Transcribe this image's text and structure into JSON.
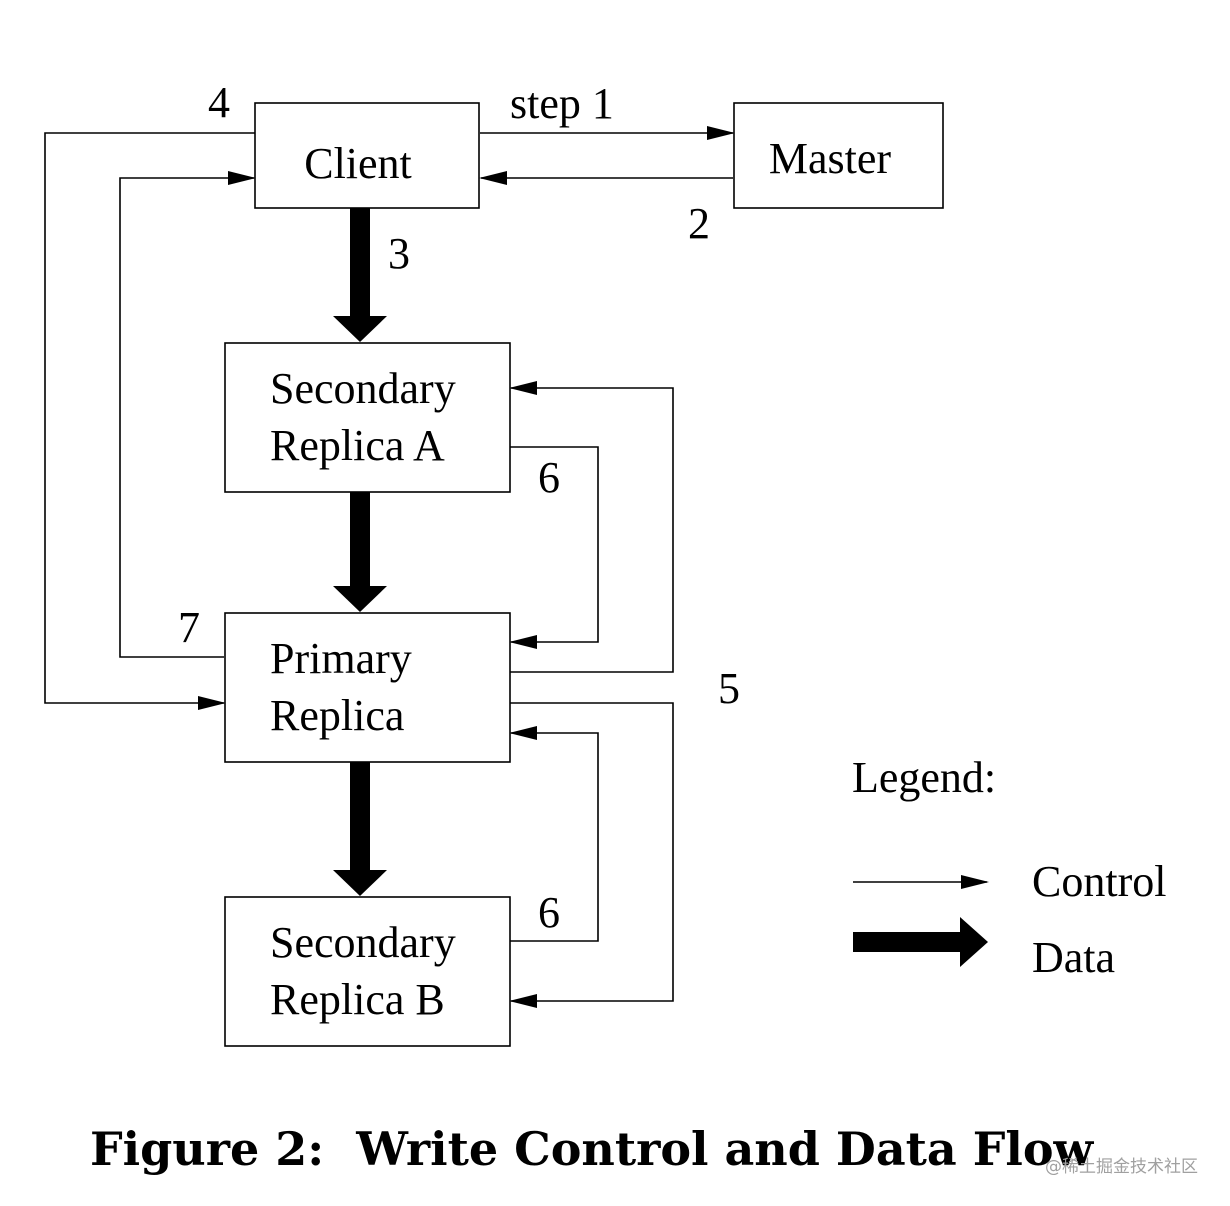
{
  "nodes": {
    "client": "Client",
    "master": "Master",
    "secondary_a": [
      "Secondary",
      "Replica A"
    ],
    "primary": [
      "Primary",
      "Replica"
    ],
    "secondary_b": [
      "Secondary",
      "Replica B"
    ]
  },
  "steps": {
    "step1": "step 1",
    "step2": "2",
    "step3": "3",
    "step4": "4",
    "step5": "5",
    "step6a": "6",
    "step6b": "6",
    "step7": "7"
  },
  "legend": {
    "title": "Legend:",
    "control": "Control",
    "data": "Data"
  },
  "caption": "Figure 2:  Write Control and Data Flow",
  "watermark": "@稀土掘金技术社区",
  "colors": {
    "ink": "#000000",
    "background": "#ffffff",
    "watermark": "#a0a0a0"
  }
}
